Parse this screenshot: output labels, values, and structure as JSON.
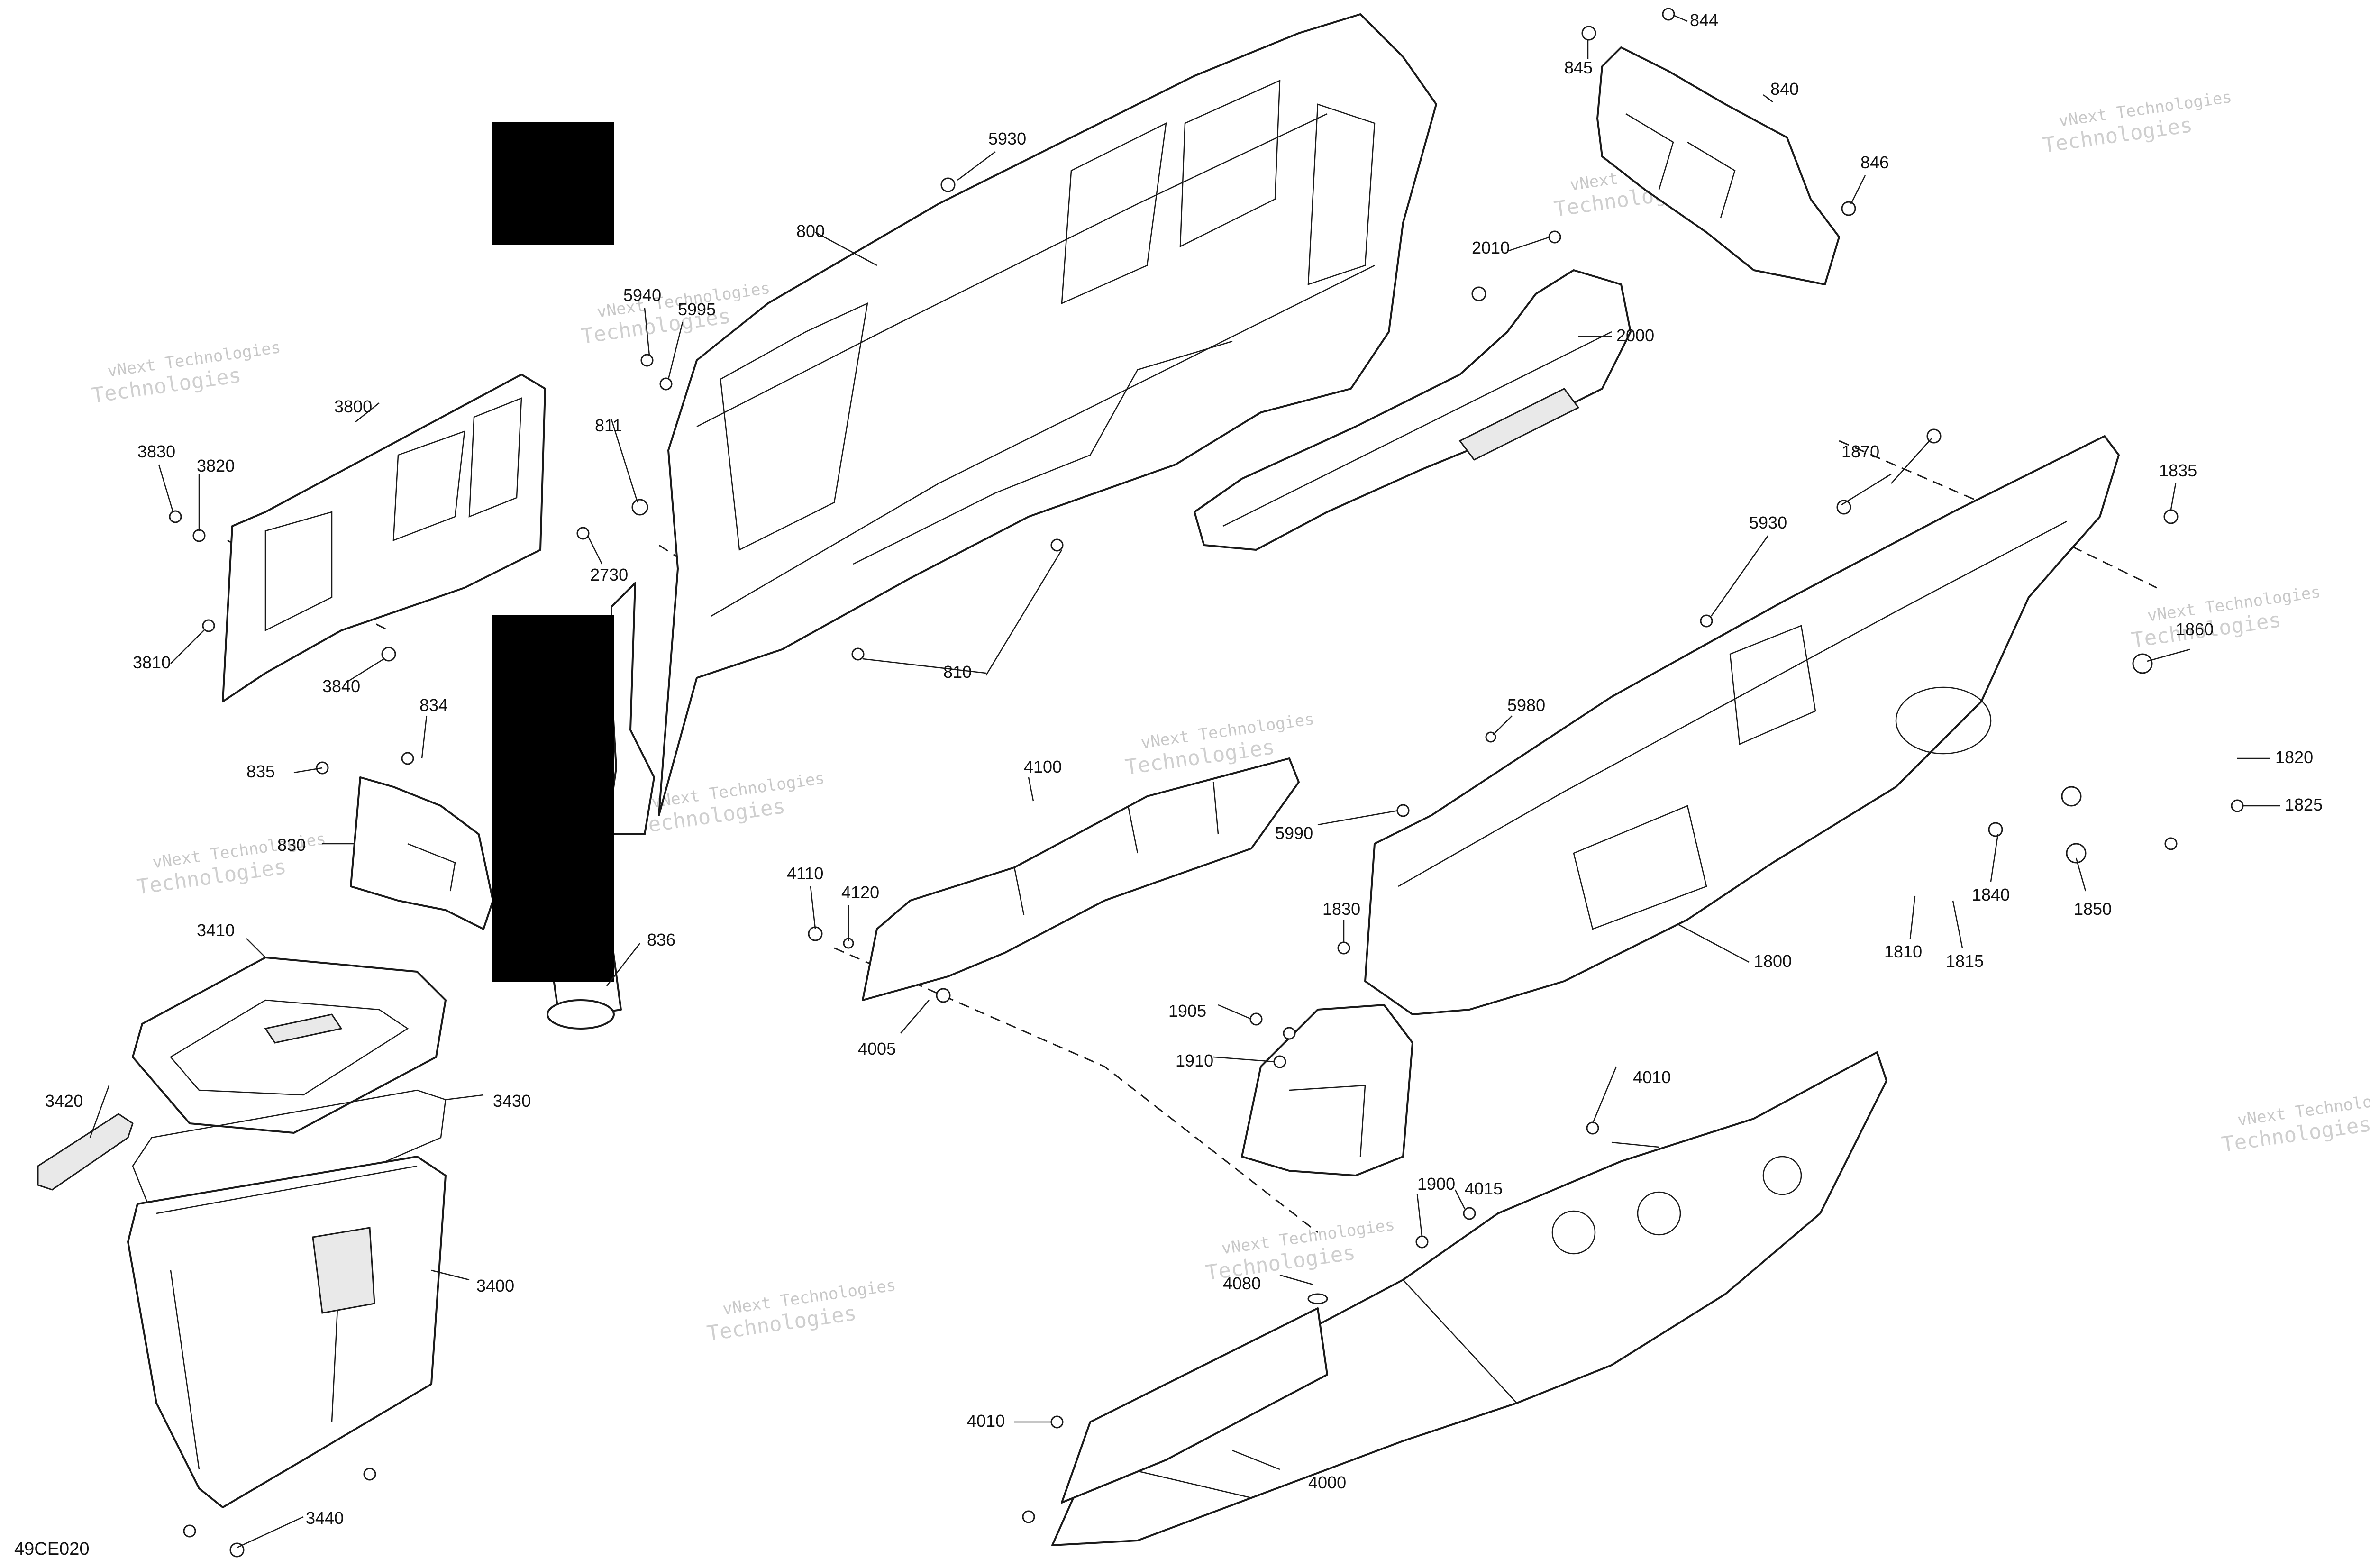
{
  "diagram_code": "49CE020",
  "watermark": {
    "line1": "vNext Technologies",
    "line2": "Technologies"
  },
  "callouts": [
    "844",
    "845",
    "840",
    "846",
    "5930",
    "800",
    "2010",
    "2000",
    "5940",
    "5995",
    "3800",
    "3830",
    "3820",
    "811",
    "2730",
    "3810",
    "3840",
    "810",
    "1870",
    "1835",
    "5930",
    "1860",
    "834",
    "835",
    "830",
    "4100",
    "5980",
    "1820",
    "1825",
    "5990",
    "1840",
    "1850",
    "4110",
    "4120",
    "1830",
    "1800",
    "1810",
    "1815",
    "3410",
    "836",
    "4005",
    "1905",
    "1910",
    "3420",
    "3430",
    "4010",
    "1900",
    "4015",
    "3400",
    "4080",
    "4010",
    "4000",
    "3440"
  ]
}
